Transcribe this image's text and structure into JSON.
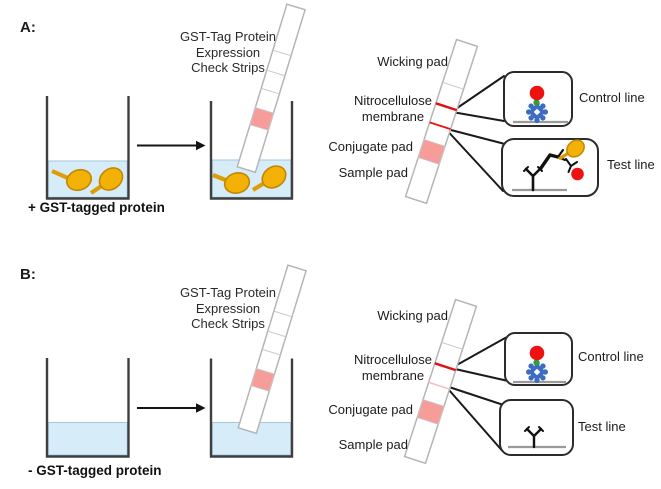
{
  "panel_a": {
    "label": "A:",
    "strip_title": "GST-Tag Protein\nExpression\nCheck Strips",
    "beaker_caption": "+ GST-tagged protein",
    "strip_labels": {
      "wicking": "Wicking pad",
      "nitrocellulose": "Nitrocellulose\nmembrane",
      "conjugate": "Conjugate pad",
      "sample": "Sample pad"
    },
    "callouts": {
      "control": "Control line",
      "test": "Test line"
    }
  },
  "panel_b": {
    "label": "B:",
    "strip_title": "GST-Tag Protein\nExpression\nCheck Strips",
    "beaker_caption": "- GST-tagged protein",
    "strip_labels": {
      "wicking": "Wicking pad",
      "nitrocellulose": "Nitrocellulose\nmembrane",
      "conjugate": "Conjugate pad",
      "sample": "Sample pad"
    },
    "callouts": {
      "control": "Control line",
      "test": "Test line"
    }
  },
  "colors": {
    "liquid_blue": "#d7ecf9",
    "conjugate_pad_pink": "#f69c99",
    "control_test_line_red": "#e60f0f",
    "faint_test_line_pink": "#f3bdbd",
    "gst_protein_gold": "#f4b105",
    "nanoparticle_red": "#ee1111",
    "linker_green": "#2f9e33",
    "antibody_cog_blue": "#3d6cc0"
  }
}
